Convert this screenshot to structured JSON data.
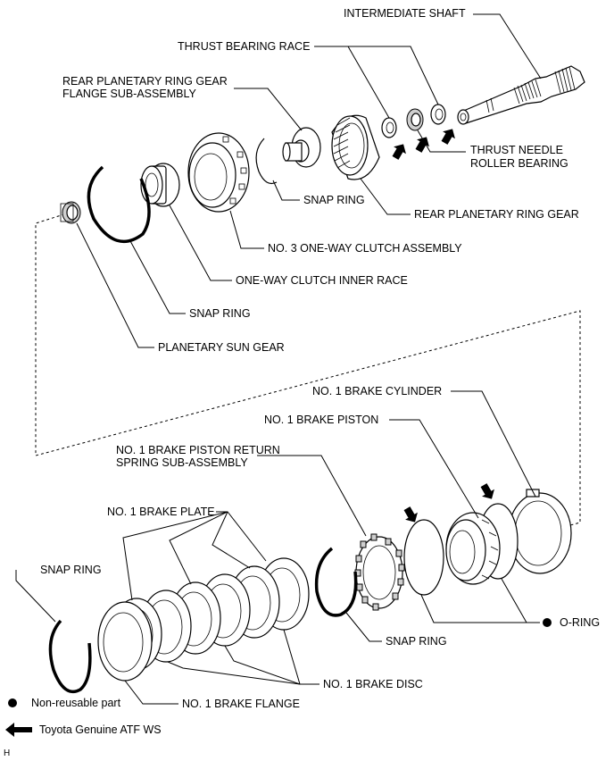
{
  "labels": {
    "intermediate_shaft": "INTERMEDIATE SHAFT",
    "thrust_bearing_race": "THRUST BEARING RACE",
    "rear_planetary_ring_gear_flange_1": "REAR PLANETARY RING GEAR",
    "rear_planetary_ring_gear_flange_2": "FLANGE SUB-ASSEMBLY",
    "thrust_needle_roller_bearing_1": "THRUST NEEDLE",
    "thrust_needle_roller_bearing_2": "ROLLER BEARING",
    "snap_ring_upper": "SNAP RING",
    "rear_planetary_ring_gear": "REAR PLANETARY RING GEAR",
    "no3_one_way_clutch": "NO. 3 ONE-WAY CLUTCH ASSEMBLY",
    "one_way_clutch_inner_race": "ONE-WAY CLUTCH INNER RACE",
    "snap_ring_mid": "SNAP RING",
    "planetary_sun_gear": "PLANETARY SUN GEAR",
    "no1_brake_cylinder": "NO. 1 BRAKE CYLINDER",
    "no1_brake_piston": "NO. 1 BRAKE PISTON",
    "return_spring_1": "NO. 1 BRAKE PISTON RETURN",
    "return_spring_2": "SPRING SUB-ASSEMBLY",
    "no1_brake_plate": "NO. 1 BRAKE PLATE",
    "snap_ring_left": "SNAP RING",
    "o_ring": "O-RING",
    "snap_ring_lower": "SNAP RING",
    "no1_brake_disc": "NO. 1 BRAKE DISC",
    "no1_brake_flange": "NO. 1 BRAKE FLANGE"
  },
  "legend": {
    "non_reusable": "Non-reusable part",
    "atf": "Toyota Genuine ATF WS"
  },
  "corner_mark": "H"
}
